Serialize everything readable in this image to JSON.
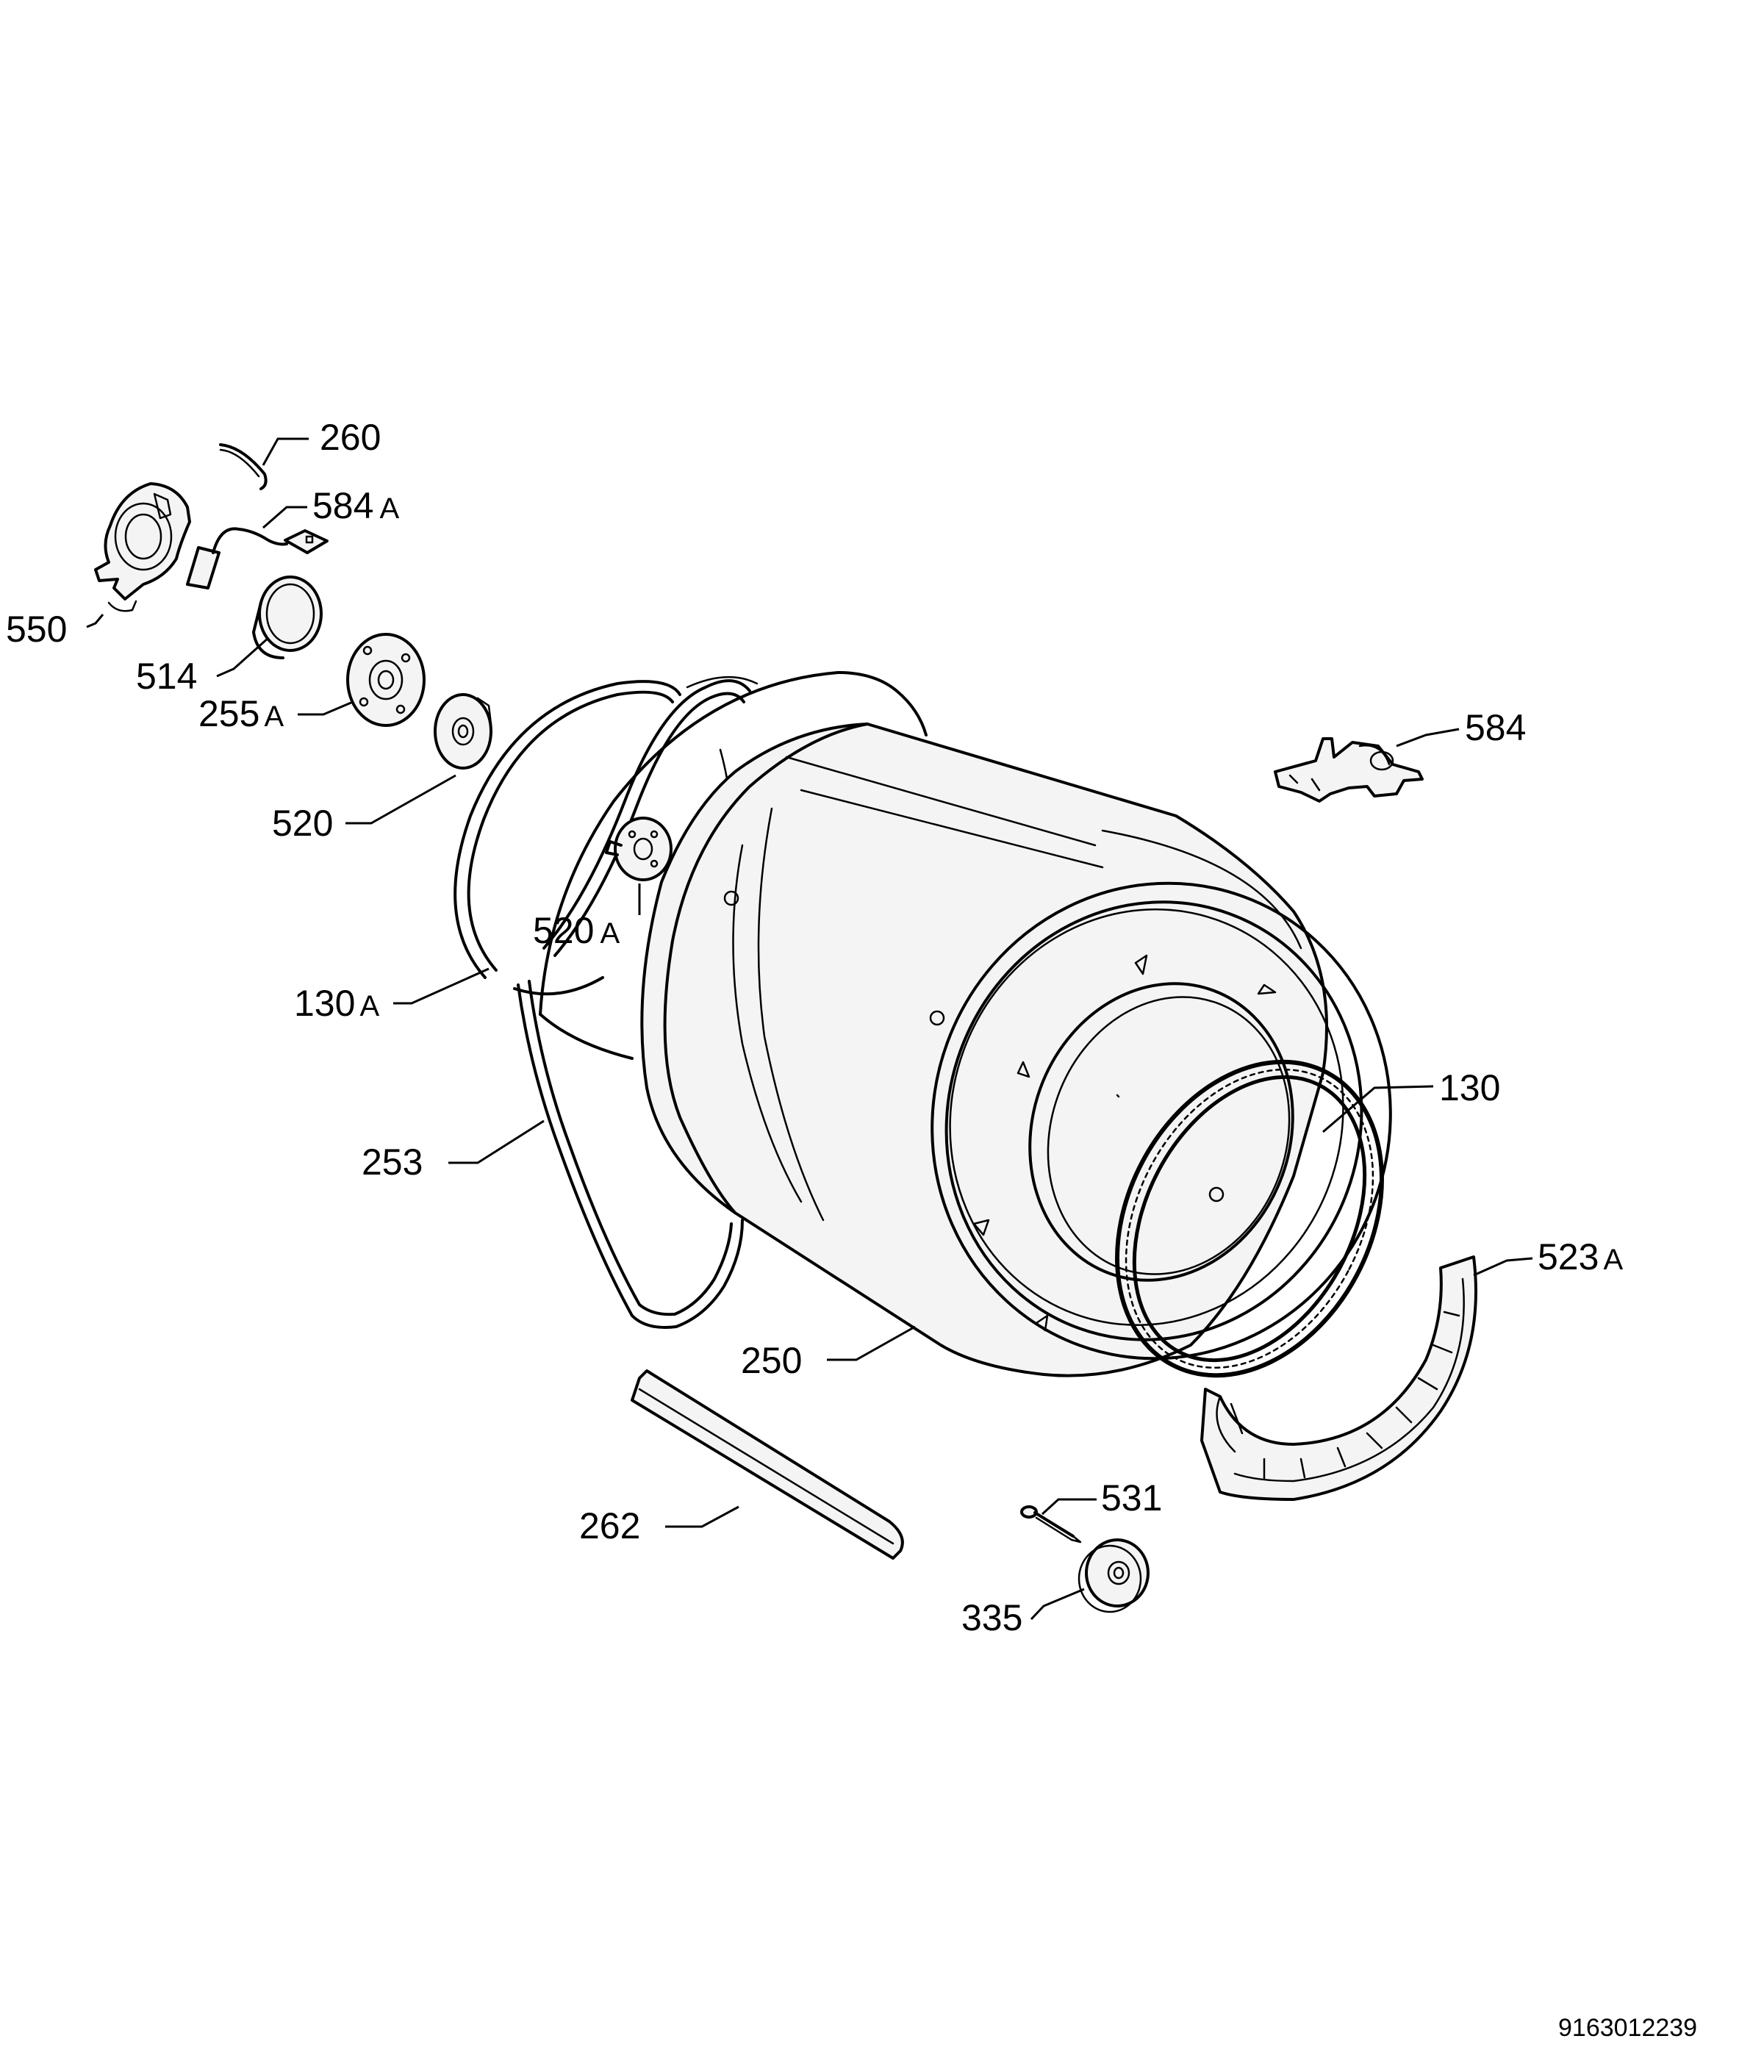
{
  "callouts": {
    "c260": {
      "num": "260",
      "suffix": ""
    },
    "c584a": {
      "num": "584",
      "suffix": "A"
    },
    "c550": {
      "num": "550",
      "suffix": ""
    },
    "c514": {
      "num": "514",
      "suffix": ""
    },
    "c255a": {
      "num": "255",
      "suffix": "A"
    },
    "c520": {
      "num": "520",
      "suffix": ""
    },
    "c520a": {
      "num": "520",
      "suffix": "A"
    },
    "c130a": {
      "num": "130",
      "suffix": "A"
    },
    "c253": {
      "num": "253",
      "suffix": ""
    },
    "c250": {
      "num": "250",
      "suffix": ""
    },
    "c130": {
      "num": "130",
      "suffix": ""
    },
    "c584": {
      "num": "584",
      "suffix": ""
    },
    "c523a": {
      "num": "523",
      "suffix": "A"
    },
    "c262": {
      "num": "262",
      "suffix": ""
    },
    "c531": {
      "num": "531",
      "suffix": ""
    },
    "c335": {
      "num": "335",
      "suffix": ""
    }
  },
  "document_number": "9163012239"
}
